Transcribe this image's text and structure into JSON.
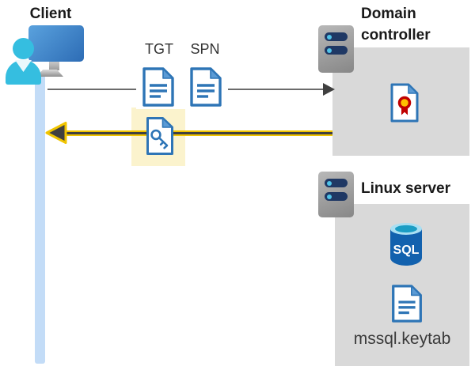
{
  "client": {
    "label": "Client"
  },
  "flow": {
    "tgt_label": "TGT",
    "spn_label": "SPN",
    "request_direction": "client-to-domain-controller",
    "response_direction": "domain-controller-to-client"
  },
  "domain_controller": {
    "label": "Domain controller"
  },
  "linux_server": {
    "label": "Linux server",
    "sql_badge": "SQL",
    "keytab_filename": "mssql.keytab"
  },
  "icons": {
    "client": "user-at-monitor-icon",
    "domain_controller": "server-icon",
    "linux_server": "server-icon",
    "tgt": "document-icon",
    "spn": "document-icon",
    "session_key": "key-document-icon",
    "certificate": "certificate-document-icon",
    "sql": "sql-database-icon",
    "keytab": "document-icon"
  },
  "colors": {
    "doc_blue": "#2E75B6",
    "fold_blue": "#5B9BD5",
    "person_cyan": "#35BEE0",
    "monitor_blue_light": "#5AA2DE",
    "monitor_blue_dark": "#2D6CB5",
    "panel_gray": "#D9D9D9",
    "server_slot_navy": "#1F3864",
    "server_led_cyan": "#4FC3E8",
    "timeline_blue": "#C3DCF7",
    "request_arrow_gray": "#6B6B6B",
    "arrow_dark": "#404040",
    "response_arrow_gold": "#F0C400",
    "highlight_yellow": "#FBF3CD",
    "sql_blue": "#1261AE",
    "cert_red": "#C00000",
    "cert_gold": "#FFC000"
  }
}
